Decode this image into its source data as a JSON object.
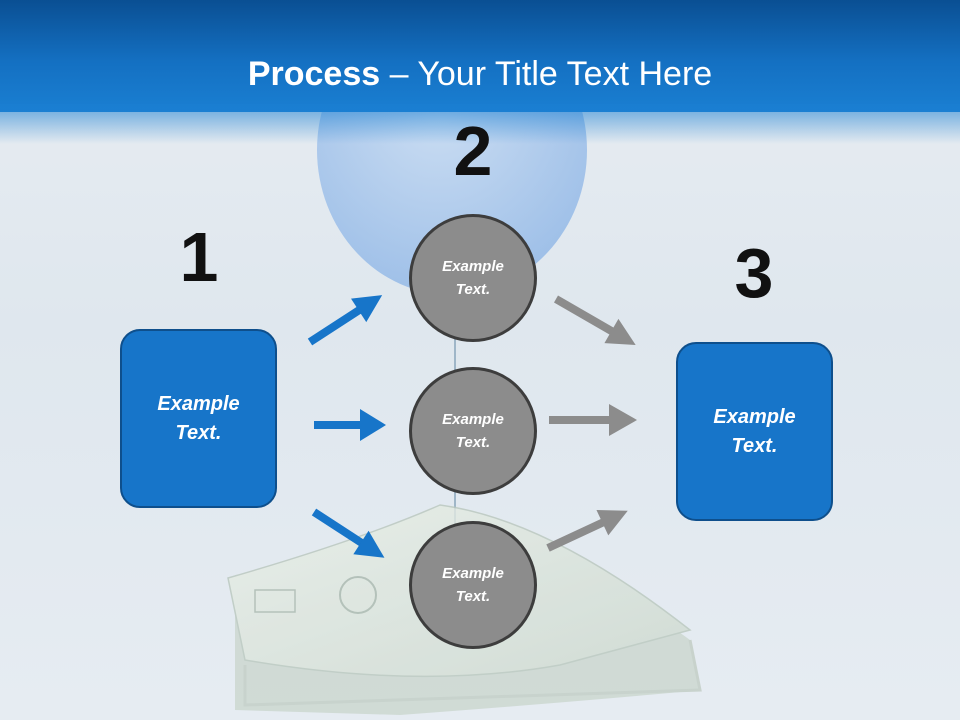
{
  "title": {
    "bold": "Process",
    "rest": " – Your Title Text Here"
  },
  "steps": {
    "one": "1",
    "two": "2",
    "three": "3"
  },
  "boxes": {
    "left": "Example Text.",
    "right": "Example Text."
  },
  "circles": [
    {
      "label": "Example Text."
    },
    {
      "label": "Example Text."
    },
    {
      "label": "Example Text."
    }
  ],
  "colors": {
    "header": "#1470c2",
    "box": "#1775c9",
    "blue_arrow": "#1775c9",
    "gray_arrow": "#8c8c8c",
    "circle": "#8c8c8c"
  }
}
